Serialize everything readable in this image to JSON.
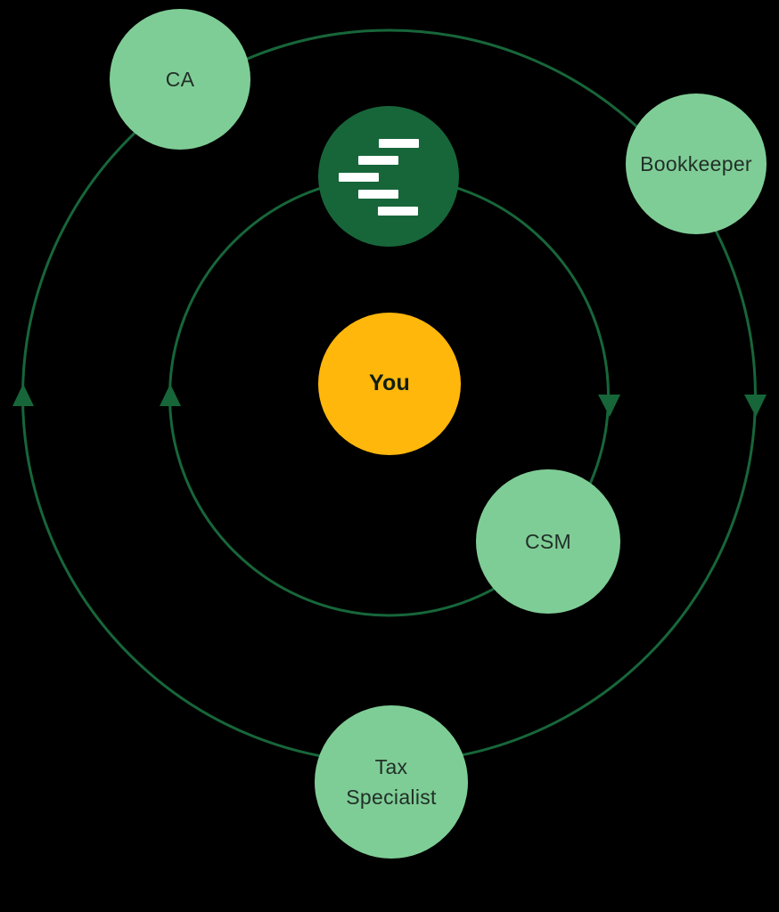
{
  "diagram": {
    "description": "orbit-diagram",
    "hub": {
      "icon": "brand-logo-bars-icon"
    },
    "center": {
      "label": "You"
    },
    "satellites": [
      {
        "label": "CA"
      },
      {
        "label": "Bookkeeper"
      },
      {
        "label": "CSM"
      },
      {
        "label": "Tax Specialist"
      }
    ],
    "colors": {
      "background": "#000000",
      "orbit_line": "#17663A",
      "hub_fill": "#17663A",
      "node_fill": "#7FCD96",
      "center_fill": "#FFB70B",
      "label_text": "#213028",
      "center_text": "#101D12",
      "logo_bar": "#FFFFFF"
    }
  }
}
